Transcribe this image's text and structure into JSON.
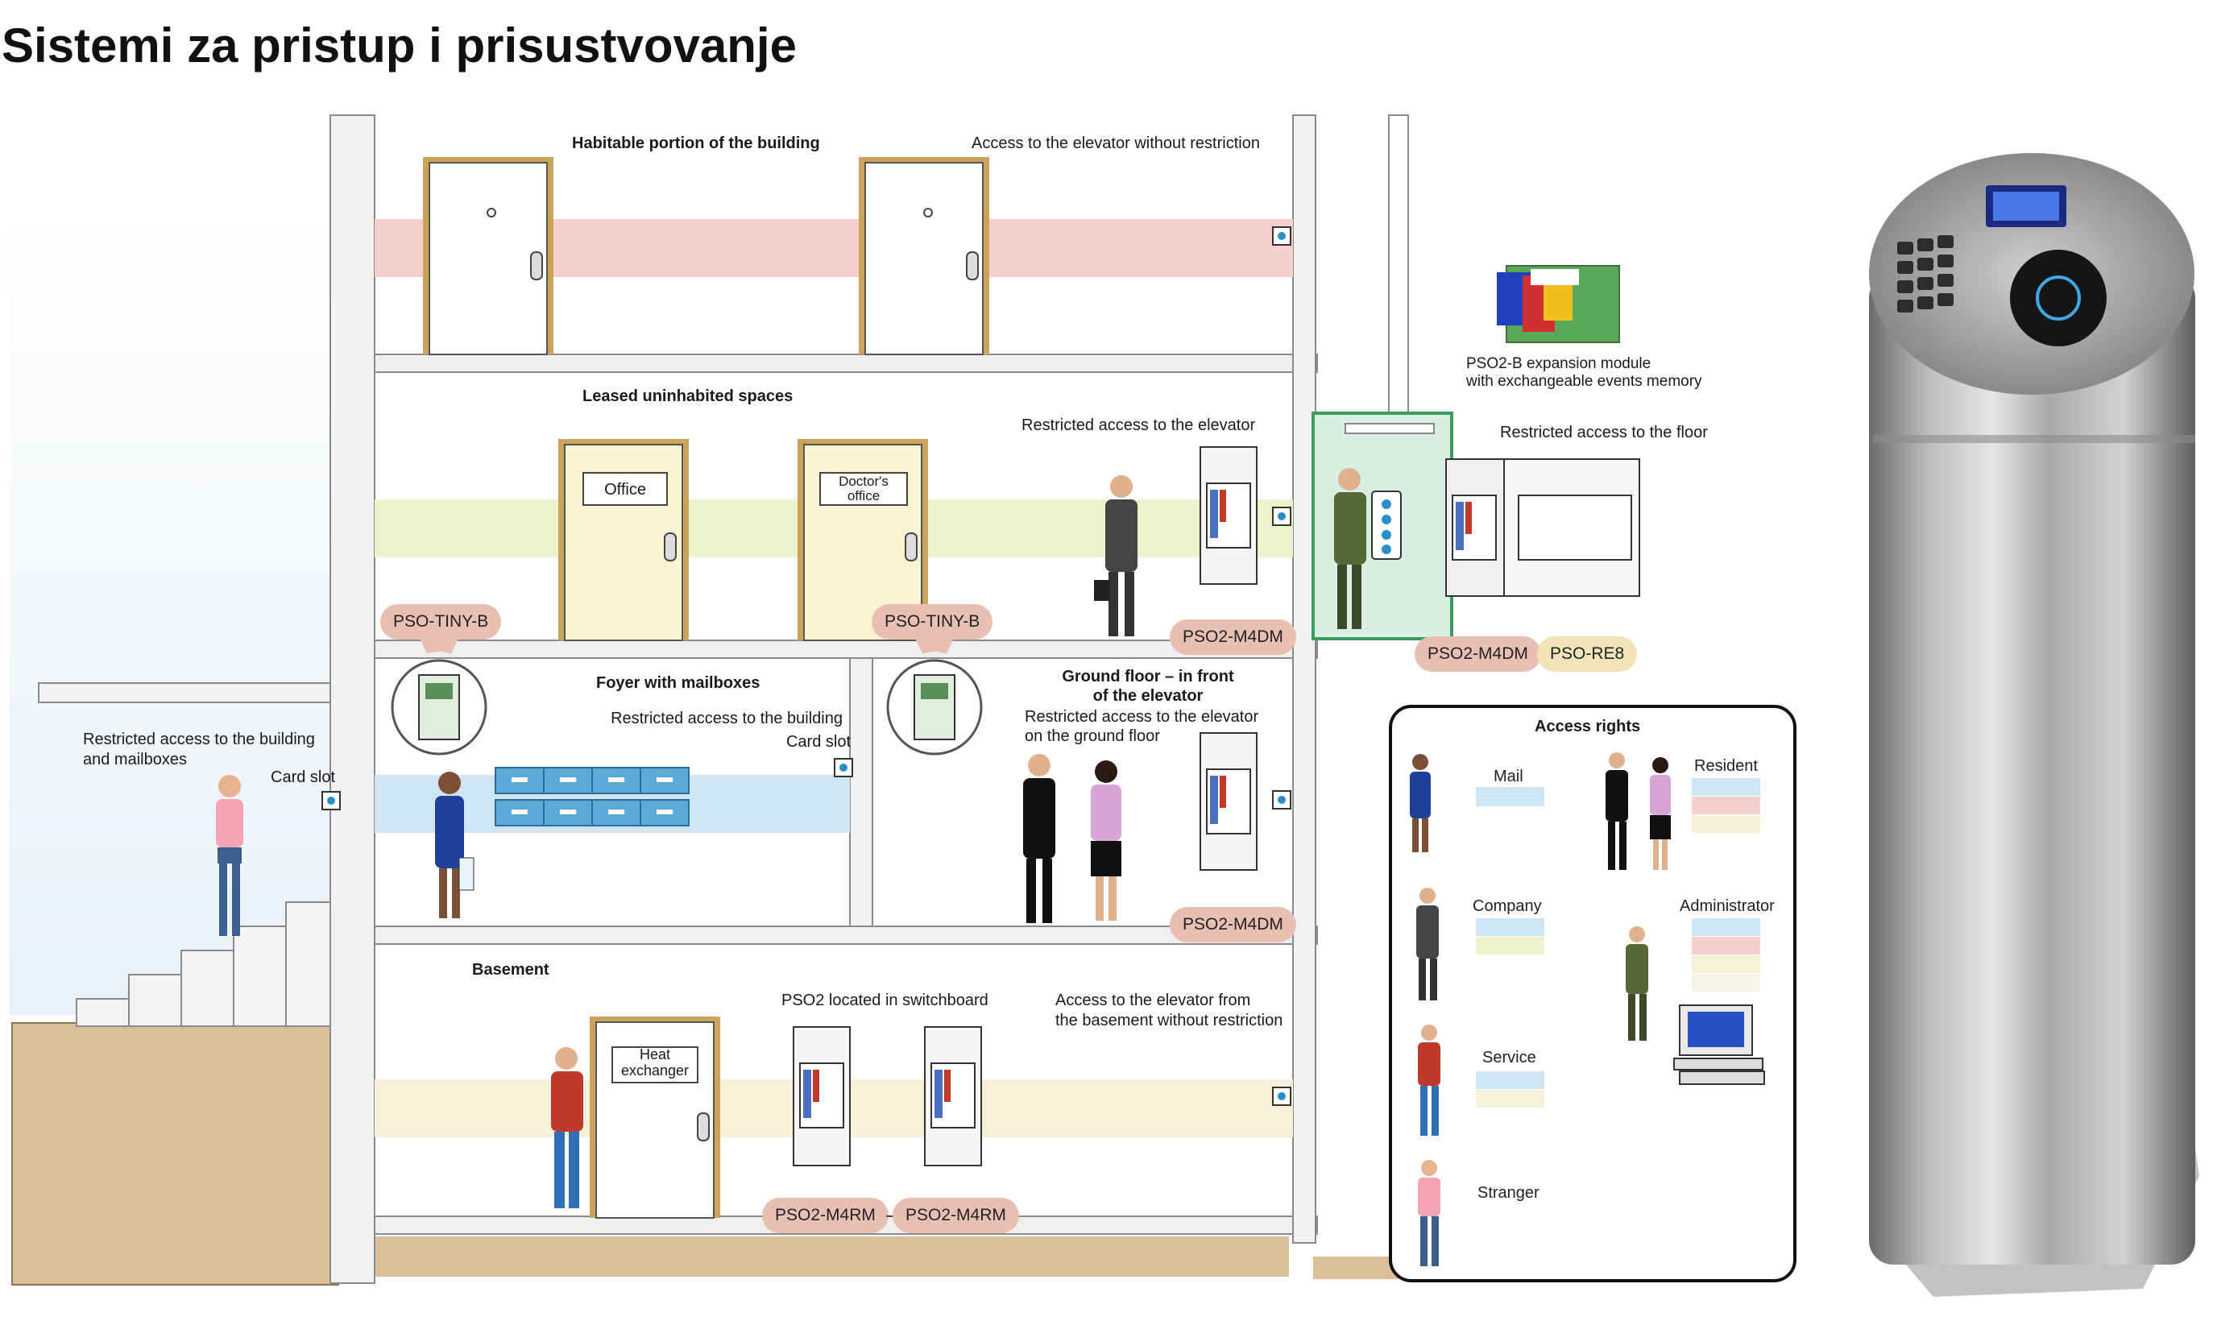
{
  "title": "Sistemi za pristup i prisustvovanje",
  "floors": {
    "top": {
      "title": "Habitable portion of the building",
      "note": "Access to the elevator without restriction"
    },
    "leased": {
      "title": "Leased uninhabited spaces",
      "door_office": "Office",
      "door_doctor_line1": "Doctor's",
      "door_doctor_line2": "office",
      "note": "Restricted access to the elevator"
    },
    "foyer": {
      "title": "Foyer with mailboxes",
      "note": "Restricted access to the building",
      "card_slot": "Card slot"
    },
    "ground": {
      "title_line1": "Ground floor – in front",
      "title_line2": "of the elevator",
      "note_line1": "Restricted access to the elevator",
      "note_line2": "on the ground floor"
    },
    "basement": {
      "title": "Basement",
      "switchboard": "PSO2 located in switchboard",
      "door_line1": "Heat",
      "door_line2": "exchanger",
      "note_line1": "Access to the elevator from",
      "note_line2": "the basement without restriction"
    }
  },
  "outside": {
    "note_line1": "Restricted access to the building",
    "note_line2": "and mailboxes",
    "card_slot": "Card slot"
  },
  "expansion": {
    "line1": "PSO2-B expansion module",
    "line2": "with exchangeable events memory",
    "floor_note": "Restricted access to the floor"
  },
  "devices": {
    "tiny_left": "PSO-TINY-B",
    "tiny_right": "PSO-TINY-B",
    "m4dm_leased": "PSO2-M4DM",
    "m4dm_ground": "PSO2-M4DM",
    "m4dm_elevator": "PSO2-M4DM",
    "re8": "PSO-RE8",
    "m4rm_left": "PSO2-M4RM",
    "m4rm_sep": "–",
    "m4rm_right": "PSO2-M4RM"
  },
  "legend": {
    "title": "Access rights",
    "mail": "Mail",
    "resident": "Resident",
    "company": "Company",
    "administrator": "Administrator",
    "service": "Service",
    "stranger": "Stranger"
  },
  "colors": {
    "zone_pink": "#f6cfcf",
    "zone_green": "#eef2cc",
    "zone_blue": "#cfe6f2",
    "zone_yellow": "#f5f1d8",
    "door": "#faf4d3",
    "elevator": "#d9efe3",
    "ground": "#d9c09a",
    "steel": "#b8b8b8"
  }
}
